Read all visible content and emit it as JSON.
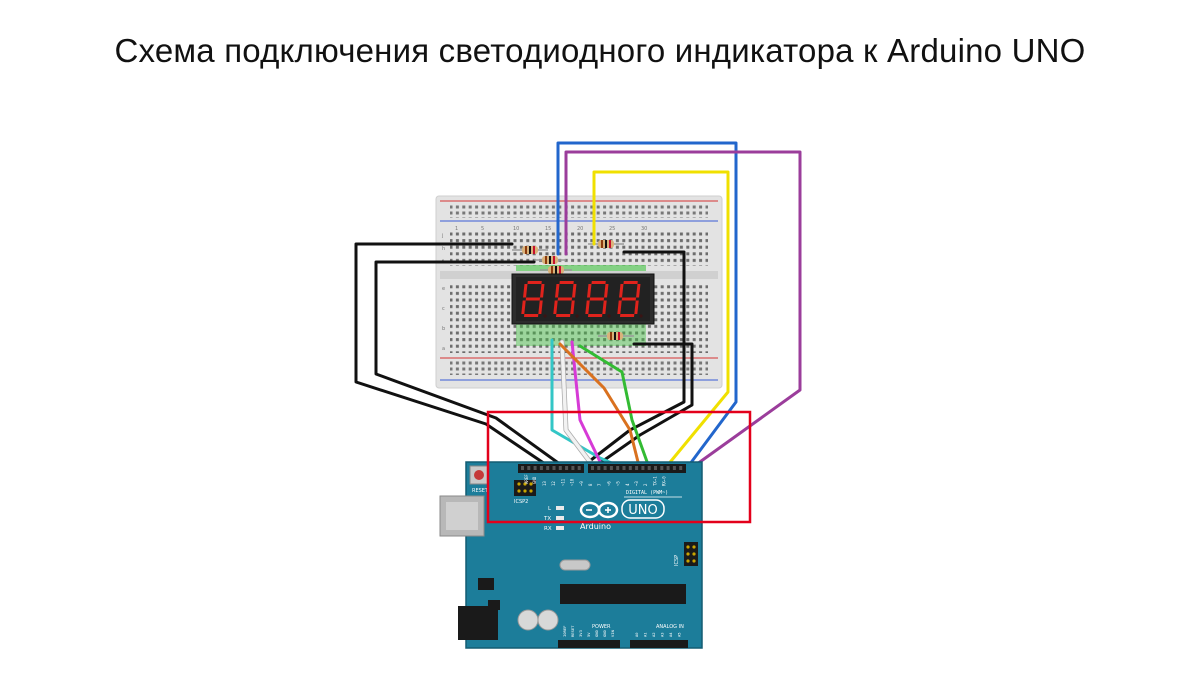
{
  "page": {
    "title": "Схема подключения светодиодного индикатора к Arduino UNO"
  },
  "display": {
    "digits": "8888",
    "segment_on_color": "#e0231c",
    "segment_off_color": "#3a1414"
  },
  "arduino": {
    "brand": "Arduino",
    "model": "UNO",
    "reset_label": "RESET",
    "icsp2_label": "ICSP2",
    "icsp_label": "ICSP",
    "led_l": "L",
    "led_tx": "TX",
    "led_rx": "RX",
    "digital_label": "DIGITAL (PWM~)",
    "aref": "AREF",
    "gnd": "GND",
    "digital_pins": [
      "13",
      "12",
      "~11",
      "~10",
      "~9",
      "8",
      "7",
      "~6",
      "~5",
      "4",
      "~3",
      "2",
      "TX→1",
      "RX←0"
    ],
    "power_label": "POWER",
    "power_pins": [
      "IOREF",
      "RESET",
      "3V3",
      "5V",
      "GND",
      "GND",
      "VIN"
    ],
    "analog_label": "ANALOG IN",
    "analog_pins": [
      "A0",
      "A1",
      "A2",
      "A3",
      "A4",
      "A5"
    ]
  },
  "breadboard": {
    "column_numbers": [
      "1",
      "5",
      "10",
      "15",
      "20",
      "25",
      "30"
    ],
    "row_letters": [
      "a",
      "b",
      "c",
      "d",
      "e",
      "f",
      "g",
      "h",
      "i",
      "j"
    ]
  },
  "highlight": {
    "color": "#e3001b"
  },
  "wire_colors": {
    "blue": "#2266cc",
    "purple": "#9b3d9b",
    "yellow": "#f0e000",
    "black": "#111111",
    "cyan": "#33c6c6",
    "white": "#f2f2f2",
    "magenta": "#d63ad6",
    "orange": "#d9711f",
    "green": "#33bb33"
  }
}
